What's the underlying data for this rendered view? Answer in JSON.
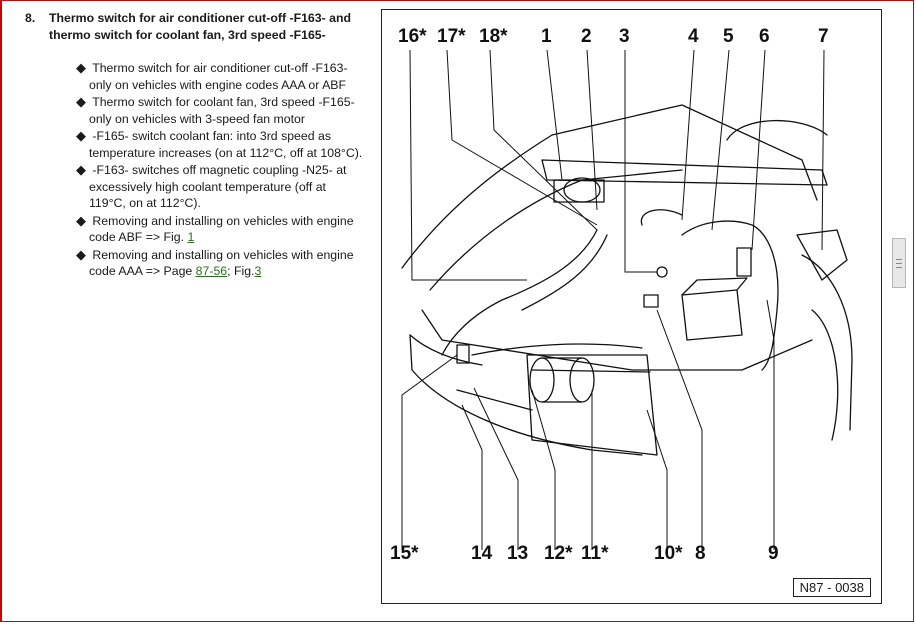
{
  "step": {
    "number": "8.",
    "title": "Thermo switch for air conditioner cut-off -F163- and thermo switch for coolant fan, 3rd speed -F165-"
  },
  "bullets": [
    {
      "text": "Thermo switch for air conditioner cut-off -F163- only on vehicles with engine codes AAA or ABF"
    },
    {
      "text": "Thermo switch for coolant fan, 3rd speed -F165- only on vehicles with 3-speed fan motor"
    },
    {
      "text": "-F165- switch coolant fan: into 3rd speed as temperature increases (on at 112°C, off at 108°C)."
    },
    {
      "text": "-F163- switches off magnetic coupling -N25- at excessively high coolant temperature (off at 119°C, on at 112°C)."
    },
    {
      "text": "Removing and installing on vehicles with engine code ABF => Fig. ",
      "link": "1"
    },
    {
      "text": "Removing and installing on vehicles with engine code AAA => Page ",
      "link": "87-56",
      "suffix": "; Fig.",
      "link2": "3"
    }
  ],
  "diagram": {
    "callouts_top": [
      "16*",
      "17*",
      "18*",
      "1",
      "2",
      "3",
      "4",
      "5",
      "6",
      "7"
    ],
    "callouts_bottom": [
      "15*",
      "14",
      "13",
      "12*",
      "11*",
      "10*",
      "8",
      "9"
    ],
    "figure_ref": "N87 - 0038"
  },
  "colors": {
    "frame": "#cc0000",
    "link": "#2a6f1b",
    "ink": "#111111"
  },
  "icons": {
    "bullet": "diamond-bullet-icon"
  }
}
